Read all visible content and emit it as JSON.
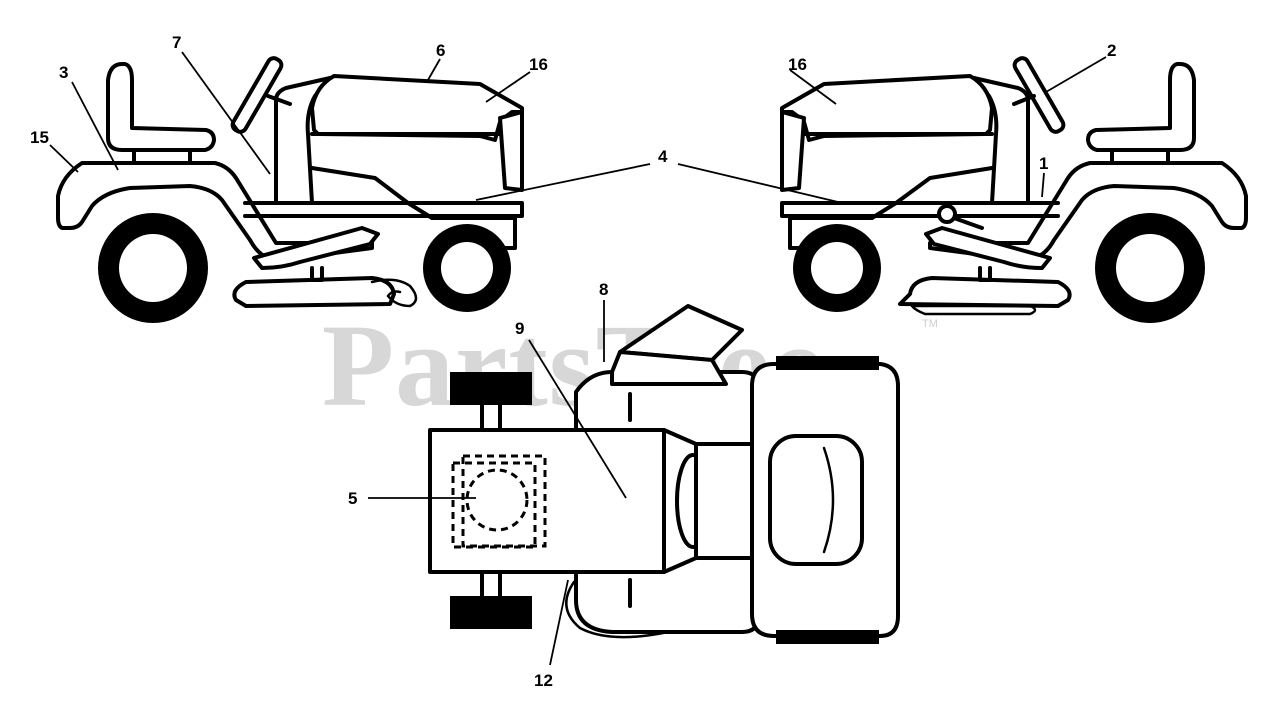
{
  "watermark": {
    "text": "PartsTree",
    "trademark": "TM"
  },
  "callouts": {
    "c1": "1",
    "c2": "2",
    "c3": "3",
    "c4": "4",
    "c5": "5",
    "c6": "6",
    "c7": "7",
    "c8": "8",
    "c9": "9",
    "c12": "12",
    "c15": "15",
    "c16_left": "16",
    "c16_right": "16"
  }
}
